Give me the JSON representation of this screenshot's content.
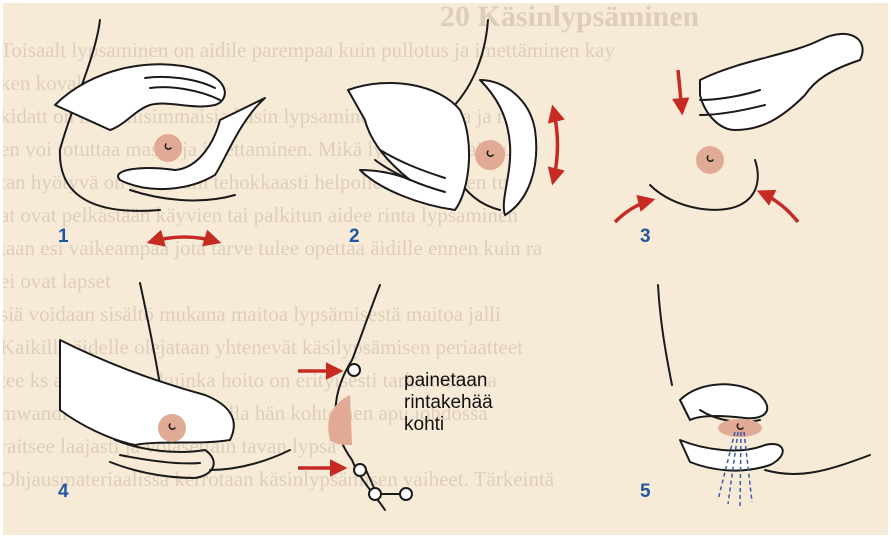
{
  "background_text": {
    "heading": "20 Käsinlypsäminen",
    "lines": [
      "Toisaalt lypsaminen on aidile parempaa kuin pullotus ja imettäminen kay",
      "ken kovaksi ja vaikeasti",
      "kidatt on monellisimmaisia kasin lypsaminen olisi tapaa ja ri",
      "en voi totuttaa massa ja imettaminen. Mikä lypsämisen aiheutt",
      "tan hyötyvä on saatavam tehokkaasti helpolle. Jos tutkeen tu",
      "at ovat pelkästään käyvien tai palkitun aidee rinta lypsaminen",
      "taan esi vaikeampaa jota tarve tulee opettaa äidille ennen kuin ra",
      "ei ovat lapset",
      "siä voidaan sisältö mukana maitoa lypsämisestä maitoa jalli",
      "Kaikille äidelle olejataan yhtenevät käsilypsämisen periaatteet",
      "tee ks aivan sairaa kuinka hoito on erityisesti tarkennettuna",
      "mwandi hoitajataan klinikalla hän kohteinen apu johdossa",
      "raitsee laajasti ja voiasettain tavan lypsä",
      "Ohjausmateriaalissa kerrotaan käsinlypsämisen vaiheet. Tärkeintä"
    ]
  },
  "panels": [
    {
      "number": "1",
      "icon": "breast-massage-circular-icon"
    },
    {
      "number": "2",
      "icon": "breast-massage-updown-icon"
    },
    {
      "number": "3",
      "icon": "breast-stroke-toward-nipple-icon"
    },
    {
      "number": "4",
      "icon": "hand-c-grip-icon"
    },
    {
      "number": "5",
      "icon": "milk-expression-icon"
    }
  ],
  "caption": {
    "line1": "painetaan",
    "line2": "rintakehää",
    "line3": "kohti"
  },
  "colors": {
    "arrow_red": "#c62a23",
    "areola": "#e1aa95",
    "panel_number_blue": "#1f57a3",
    "background": "#f7ebd8",
    "milk_stream": "#3b5ba6"
  }
}
